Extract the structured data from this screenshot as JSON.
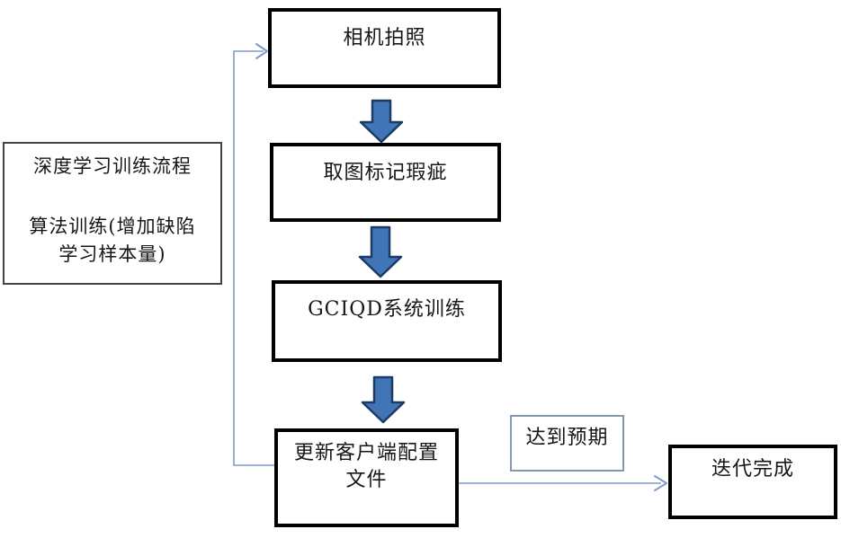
{
  "diagram": {
    "title_note": {
      "line1": "深度学习训练流程",
      "line2": "算法训练(增加缺陷",
      "line3": "学习样本量)"
    },
    "steps": {
      "step1": {
        "label": "相机拍照"
      },
      "step2": {
        "label": "取图标记瑕疵"
      },
      "step3": {
        "label": "GCIQD系统训练"
      },
      "step4": {
        "label": "更新客户端配置\n文件"
      }
    },
    "condition": {
      "label": "达到预期"
    },
    "done": {
      "label": "迭代完成"
    },
    "colors": {
      "box_border": "#000000",
      "note_border": "#434343",
      "condition_border": "#8496b0",
      "connector": "#7f9ac8",
      "block_arrow_fill": "#4075b8",
      "block_arrow_stroke": "#1c3a63"
    }
  }
}
